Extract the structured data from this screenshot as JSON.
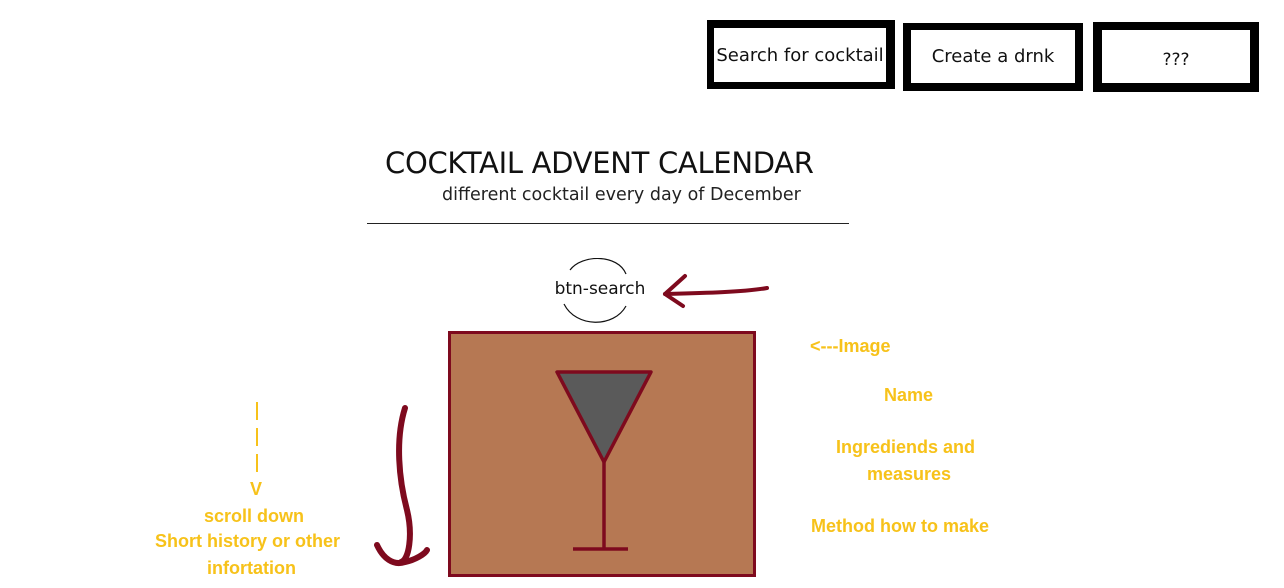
{
  "nav": {
    "search_label": "Search for cocktail",
    "create_label": "Create a drnk",
    "mystery_label": "???"
  },
  "header": {
    "title": "COCKTAIL ADVENT CALENDAR",
    "subtitle": "different cocktail every day of December"
  },
  "search": {
    "label": "btn-search"
  },
  "annotations": {
    "image": "<---Image",
    "name": "Name",
    "ingredients_line1": "Ingrediends and",
    "ingredients_line2": "measures",
    "method": "Method how to make",
    "scroll_arrowhead": "V",
    "scroll_line1": "scroll down",
    "scroll_line2": "Short history or other",
    "scroll_line3": "infortation"
  },
  "colors": {
    "annotation": "#f7c21a",
    "sketch_arrow": "#7e0a1e",
    "image_bg": "#b67853",
    "glass": "#5a5a5a"
  },
  "icons": {
    "glass": "cocktail-glass-icon",
    "pointer": "left-arrow-icon",
    "scroll": "down-arrow-icon"
  }
}
